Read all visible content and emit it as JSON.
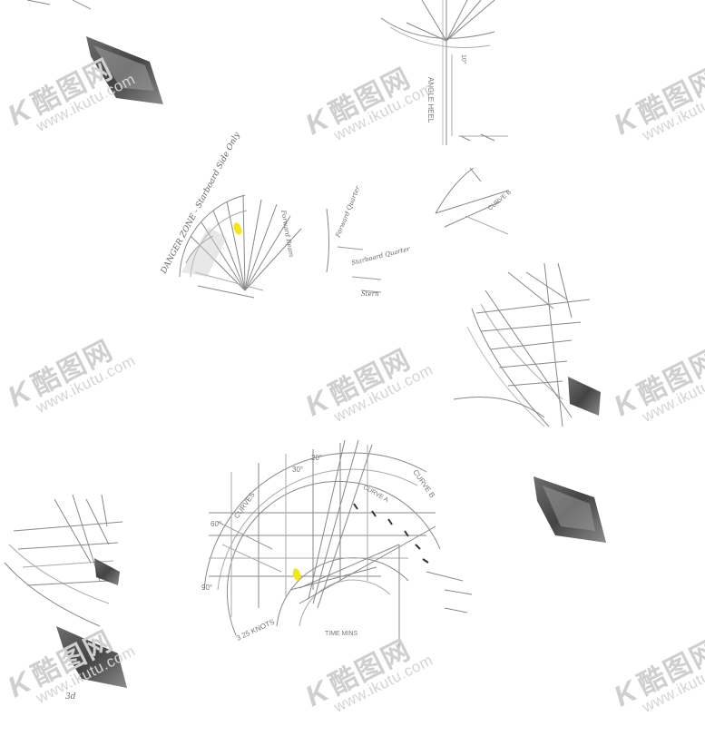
{
  "watermark": {
    "logo_text": "酷图网",
    "k_glyph": "K",
    "url": "www.ikutu.com"
  },
  "labels": {
    "danger_zone": "DANGER ZONE - Starboard Side Only",
    "forward_beam": "Forward Beam",
    "forward_quarter": "Forward Quarter",
    "starboard_quarter": "Starboard Quarter",
    "stern": "Stern",
    "curve_b": "CURVE B",
    "curve_a": "CURVE A",
    "curves": "CURVES",
    "knots": "3 25 KNOTS",
    "time_mins": "TIME MINS",
    "angle_of_heel": "ANGLE HEEL",
    "deg_20": "20°",
    "deg_30": "30°",
    "deg_60": "60°",
    "deg_90": "90°",
    "deg_10": "10°",
    "small_a": "3d"
  },
  "colors": {
    "ink": "#888888",
    "ink_dark": "#333333",
    "highlight": "#f5e51a",
    "watermark": "#cfcfcf"
  }
}
